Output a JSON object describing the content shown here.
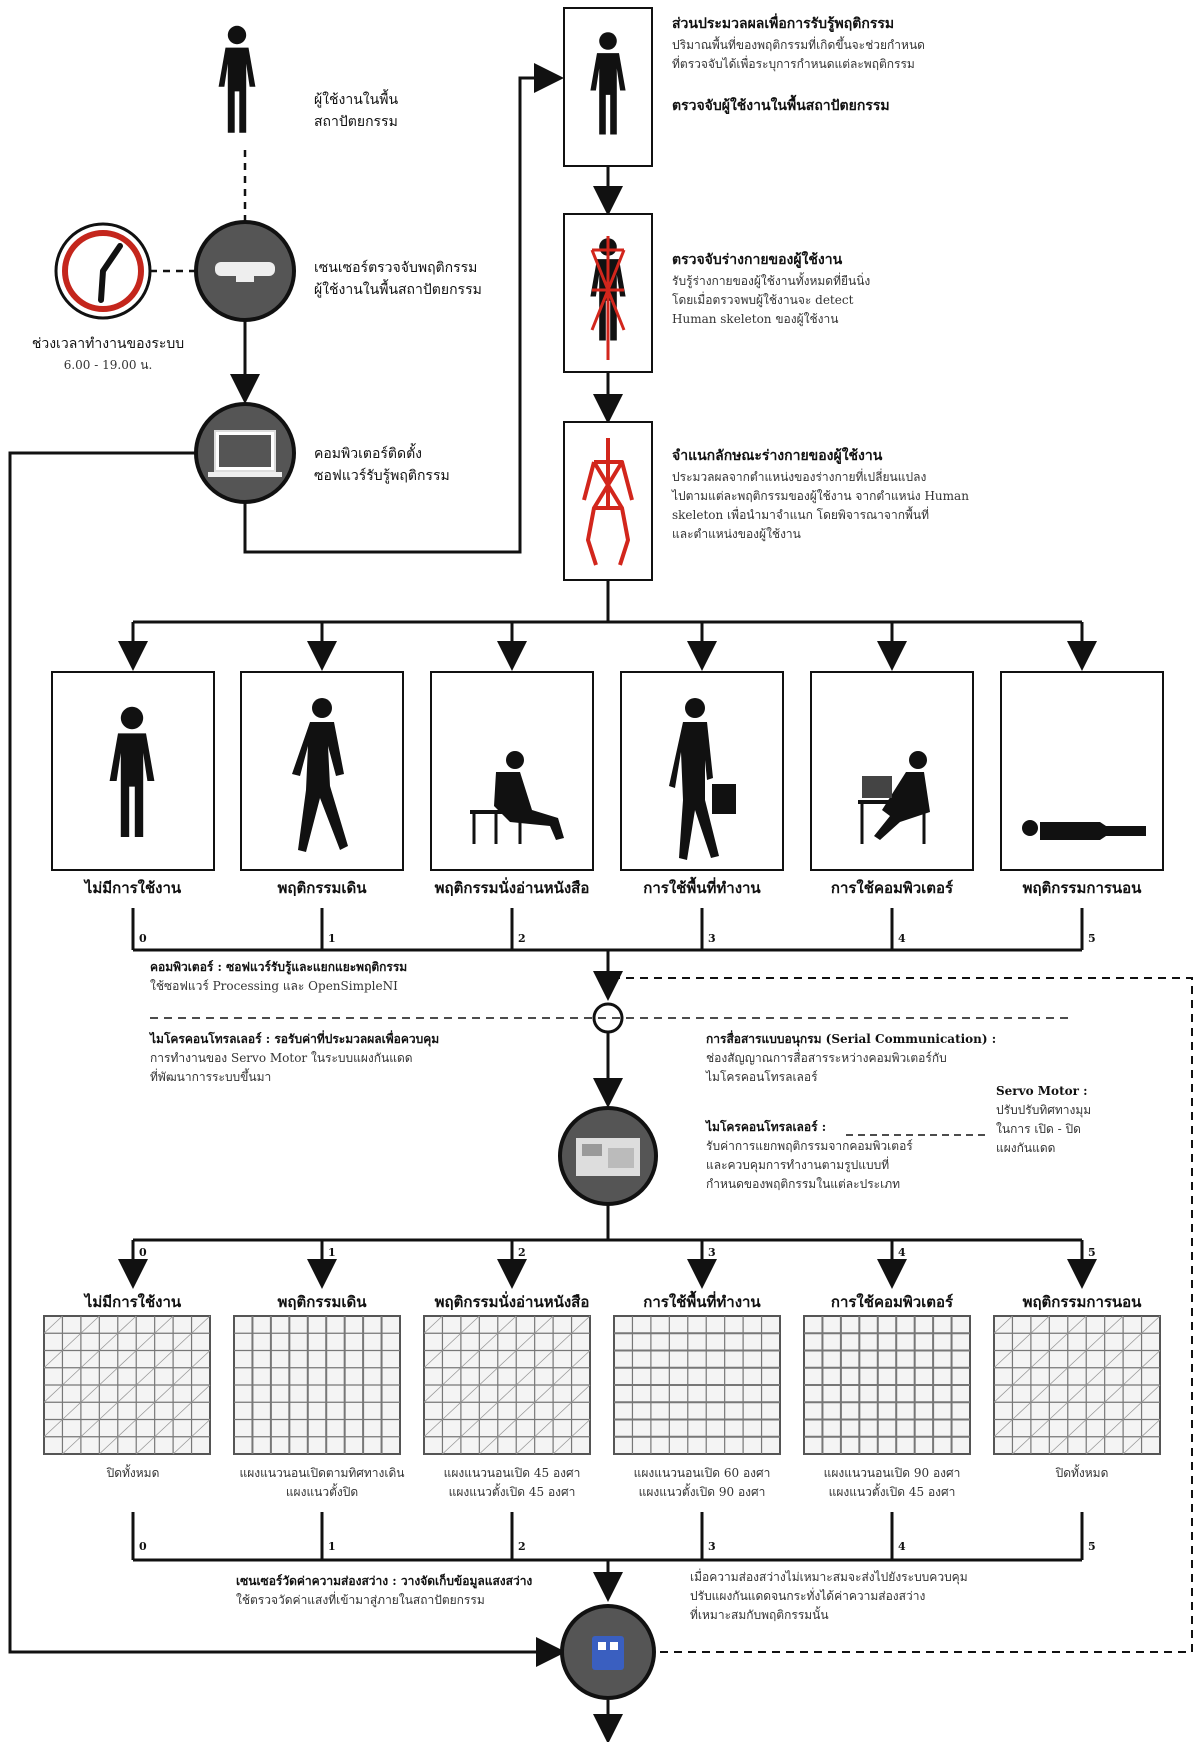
{
  "top": {
    "user_label": [
      "ผู้ใช้งานในพื้น",
      "สถาปัตยกรรม"
    ],
    "clock_caption": [
      "ช่วงเวลาทำงานของระบบ",
      "6.00 - 19.00 น."
    ],
    "sensor_label": [
      "เซนเซอร์ตรวจจับพฤติกรรม",
      "ผู้ใช้งานในพื้นสถาปัตยกรรม"
    ],
    "computer_label": [
      "คอมพิวเตอร์ติดตั้ง",
      "ซอฟแวร์รับรู้พฤติกรรม"
    ]
  },
  "right_steps": {
    "step1": {
      "title": "ส่วนประมวลผลเพื่อการรับรู้พฤติกรรม",
      "lines": [
        "ปริมาณพื้นที่ของพฤติกรรมที่เกิดขึ้นจะช่วยกำหนด",
        "ที่ตรวจจับได้เพื่อระบุการกำหนดแต่ละพฤติกรรม"
      ],
      "footer": "ตรวจจับผู้ใช้งานในพื้นสถาปัตยกรรม"
    },
    "step2": {
      "title": "ตรวจจับร่างกายของผู้ใช้งาน",
      "lines": [
        "รับรู้ร่างกายของผู้ใช้งานทั้งหมดที่ยืนนิ่ง",
        "โดยเมื่อตรวจพบผู้ใช้งานจะ detect",
        "Human skeleton ของผู้ใช้งาน"
      ]
    },
    "step3": {
      "title": "จำแนกลักษณะร่างกายของผู้ใช้งาน",
      "lines": [
        "ประมวลผลจากตำแหน่งของร่างกายที่เปลี่ยนแปลง",
        "ไปตามแต่ละพฤติกรรมของผู้ใช้งาน จากตำแหน่ง Human",
        "skeleton เพื่อนำมาจำแนก โดยพิจารณาจากพื้นที่",
        "และตำแหน่งของผู้ใช้งาน"
      ]
    }
  },
  "behaviors": [
    {
      "label": "ไม่มีการใช้งาน",
      "index": "0"
    },
    {
      "label": "พฤติกรรมเดิน",
      "index": "1"
    },
    {
      "label": "พฤติกรรมนั่งอ่านหนังสือ",
      "index": "2"
    },
    {
      "label": "การใช้พื้นที่ทำงาน",
      "index": "3"
    },
    {
      "label": "การใช้คอมพิวเตอร์",
      "index": "4"
    },
    {
      "label": "พฤติกรรมการนอน",
      "index": "5"
    }
  ],
  "middle": {
    "computer_note": [
      "คอมพิวเตอร์ : ซอฟแวร์รับรู้และแยกแยะพฤติกรรม",
      "ใช้ซอฟแวร์ Processing และ OpenSimpleNI"
    ],
    "micro_note": [
      "ไมโครคอนโทรลเลอร์ : รอรับค่าที่ประมวลผลเพื่อควบคุม",
      "การทำงานของ Servo Motor ในระบบแผงกันแดด",
      "ที่พัฒนาการระบบขึ้นมา"
    ],
    "serial_note": [
      "การสื่อสารแบบอนุกรม (Serial Communication) :",
      "ช่องสัญญาณการสื่อสารระหว่างคอมพิวเตอร์กับ",
      "ไมโครคอนโทรลเลอร์"
    ],
    "micro_note2": [
      "ไมโครคอนโทรลเลอร์ :",
      "รับค่าการแยกพฤติกรรมจากคอมพิวเตอร์",
      "และควบคุมการทำงานตามรูปแบบที่",
      "กำหนดของพฤติกรรมในแต่ละประเภท"
    ],
    "servo_note": [
      "Servo Motor :",
      "ปรับปรับทิศทางมุม",
      "ในการ เปิด - ปิด",
      "แผงกันแดด"
    ]
  },
  "patterns": [
    {
      "label": "ไม่มีการใช้งาน",
      "index": "0",
      "desc": [
        "ปิดทั้งหมด"
      ]
    },
    {
      "label": "พฤติกรรมเดิน",
      "index": "1",
      "desc": [
        "แผงแนวนอนเปิดตามทิศทางเดิน",
        "แผงแนวตั้งปิด"
      ]
    },
    {
      "label": "พฤติกรรมนั่งอ่านหนังสือ",
      "index": "2",
      "desc": [
        "แผงแนวนอนเปิด 45 องศา",
        "แผงแนวตั้งเปิด 45 องศา"
      ]
    },
    {
      "label": "การใช้พื้นที่ทำงาน",
      "index": "3",
      "desc": [
        "แผงแนวนอนเปิด 60 องศา",
        "แผงแนวตั้งเปิด 90 องศา"
      ]
    },
    {
      "label": "การใช้คอมพิวเตอร์",
      "index": "4",
      "desc": [
        "แผงแนวนอนเปิด 90 องศา",
        "แผงแนวตั้งเปิด 45 องศา"
      ]
    },
    {
      "label": "พฤติกรรมการนอน",
      "index": "5",
      "desc": [
        "ปิดทั้งหมด"
      ]
    }
  ],
  "bottom": {
    "sensor_note": [
      "เซนเซอร์วัดค่าความส่องสว่าง : วางจัดเก็บข้อมูลแสงสว่าง",
      "ใช้ตรวจวัดค่าแสงที่เข้ามาสู่ภายในสถาปัตยกรรม"
    ],
    "result_note": [
      "เมื่อความส่องสว่างไม่เหมาะสมจะส่งไปยังระบบควบคุม",
      "ปรับแผงกันแดดจนกระทั่งได้ค่าความส่องสว่าง",
      "ที่เหมาะสมกับพฤติกรรมนั้น"
    ]
  },
  "colors": {
    "line": "#111111",
    "circle": "#555555",
    "red": "#d2261c",
    "pattern": "#777777",
    "chip": "#3a5fc0"
  }
}
